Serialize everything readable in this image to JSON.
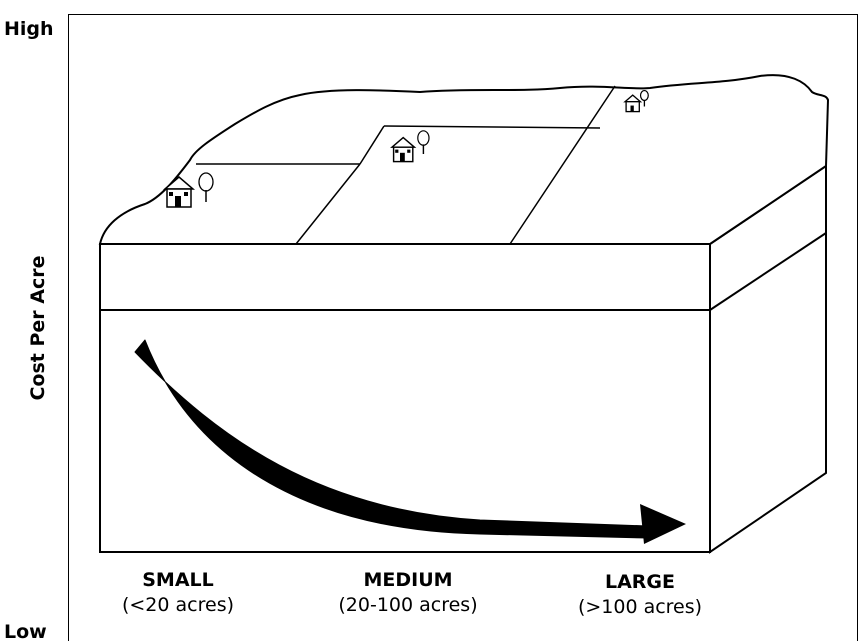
{
  "axis": {
    "high_label": "High",
    "low_label": "Low",
    "y_label": "Cost Per Acre"
  },
  "categories": [
    {
      "name": "SMALL",
      "range": "(<20 acres)"
    },
    {
      "name": "MEDIUM",
      "range": "(20-100 acres)"
    },
    {
      "name": "LARGE",
      "range": "(>100 acres)"
    }
  ],
  "colors": {
    "ink": "#000000",
    "background": "#ffffff"
  },
  "icons": [
    "house-icon",
    "tree-icon",
    "trend-arrow"
  ]
}
